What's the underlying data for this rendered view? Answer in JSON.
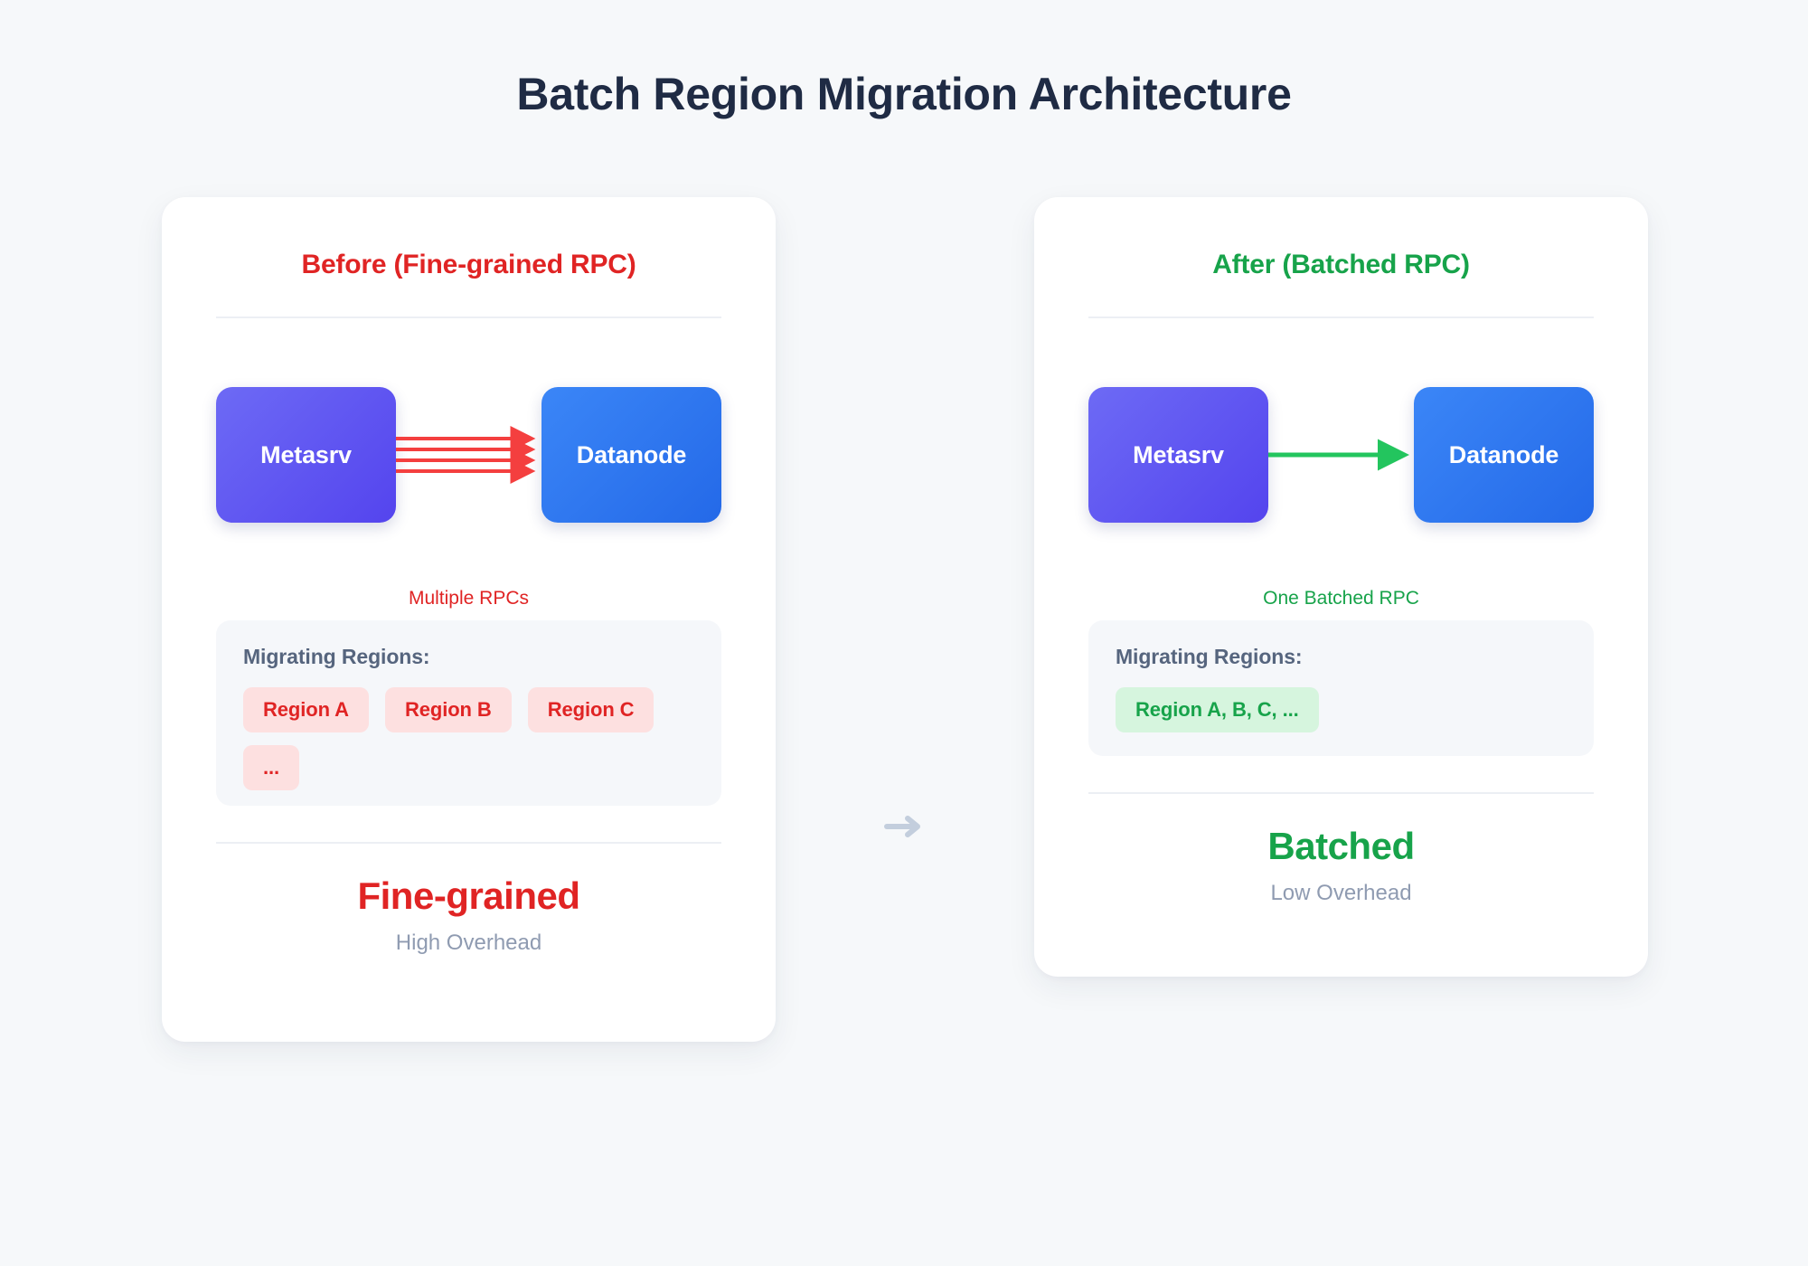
{
  "page": {
    "title": "Batch Region Migration Architecture",
    "background_color": "#f6f8fa",
    "title_color": "#1f2b44"
  },
  "colors": {
    "red": "#e02424",
    "green": "#17a34a",
    "chip_red_bg": "#fde0e0",
    "chip_green_bg": "#d6f5de",
    "metasrv_gradient_from": "#6d6af5",
    "metasrv_gradient_to": "#5444ee",
    "datanode_gradient_from": "#3b86f7",
    "datanode_gradient_to": "#2469e8",
    "muted_text": "#8f9bb1",
    "regions_box_bg": "#f5f7fa",
    "divider": "#eceff4",
    "mid_arrow": "#c3cedd"
  },
  "transition": {
    "icon": "arrow-right-icon",
    "color": "#c3cedd"
  },
  "panels": [
    {
      "id": "before",
      "heading": "Before (Fine-grained RPC)",
      "heading_color": "#e02424",
      "nodes": {
        "source": "Metasrv",
        "target": "Datanode"
      },
      "arrow_count": 4,
      "arrow_color": "#f43f3f",
      "rpc_label": "Multiple RPCs",
      "regions_title": "Migrating Regions:",
      "regions": [
        "Region A",
        "Region B",
        "Region C",
        "..."
      ],
      "verdict": "Fine-grained",
      "overhead": "High Overhead"
    },
    {
      "id": "after",
      "heading": "After (Batched RPC)",
      "heading_color": "#17a34a",
      "nodes": {
        "source": "Metasrv",
        "target": "Datanode"
      },
      "arrow_count": 1,
      "arrow_color": "#23c55e",
      "rpc_label": "One Batched RPC",
      "regions_title": "Migrating Regions:",
      "regions": [
        "Region A, B, C, ..."
      ],
      "verdict": "Batched",
      "overhead": "Low Overhead"
    }
  ]
}
